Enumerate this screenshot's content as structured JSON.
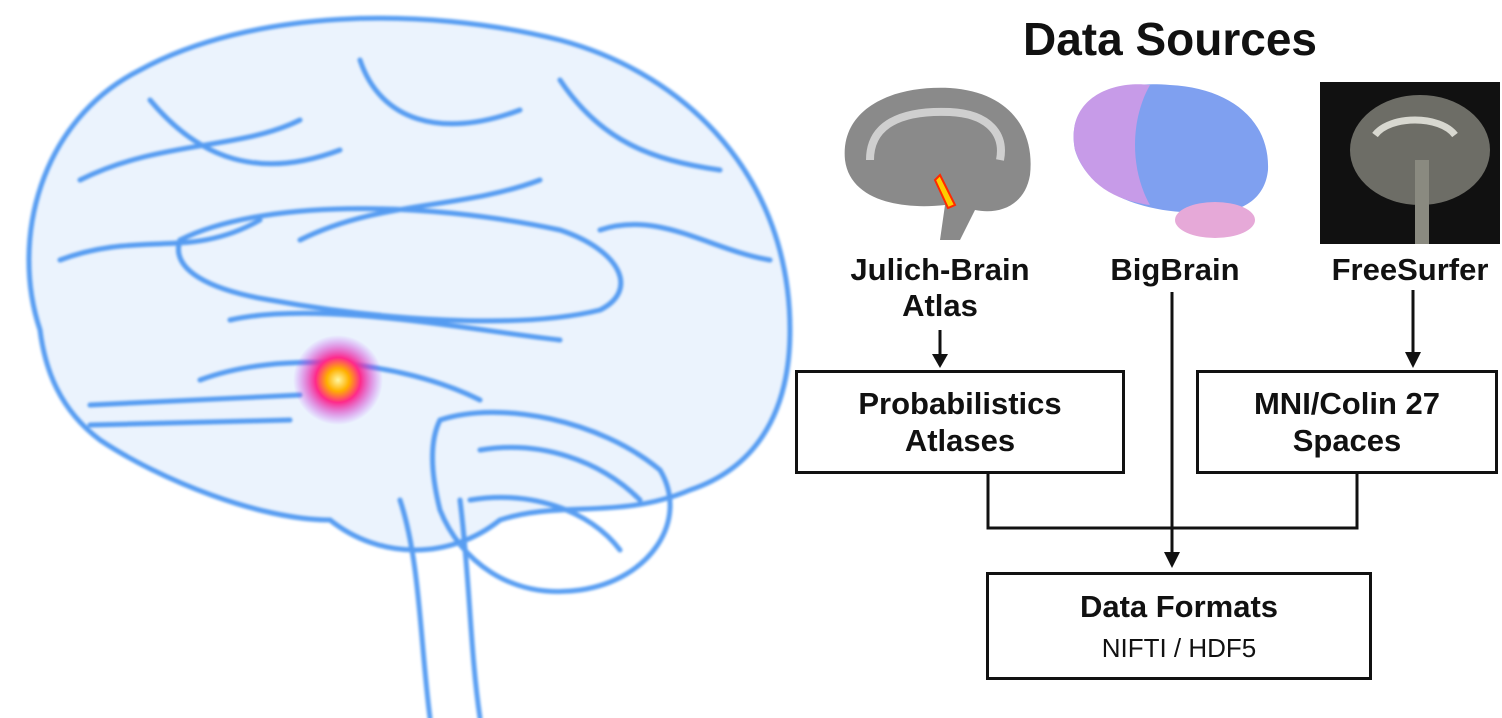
{
  "title": "Data Sources",
  "sources": [
    {
      "label_line1": "Julich-Brain",
      "label_line2": "Atlas",
      "image": "julich-brain-slice"
    },
    {
      "label_line1": "BigBrain",
      "image": "bigbrain-render"
    },
    {
      "label_line1": "FreeSurfer",
      "image": "mri-sagittal-scan"
    }
  ],
  "boxes": {
    "probabilistic": {
      "line1": "Probabilistics",
      "line2": "Atlases"
    },
    "spaces": {
      "line1": "MNI/Colin 27",
      "line2": "Spaces"
    },
    "formats": {
      "title": "Data Formats",
      "subtitle": "NIFTI / HDF5"
    }
  },
  "colors": {
    "brain_outline": "#3d8ef0",
    "hotspot": "#ff3aa0",
    "line": "#111111"
  }
}
